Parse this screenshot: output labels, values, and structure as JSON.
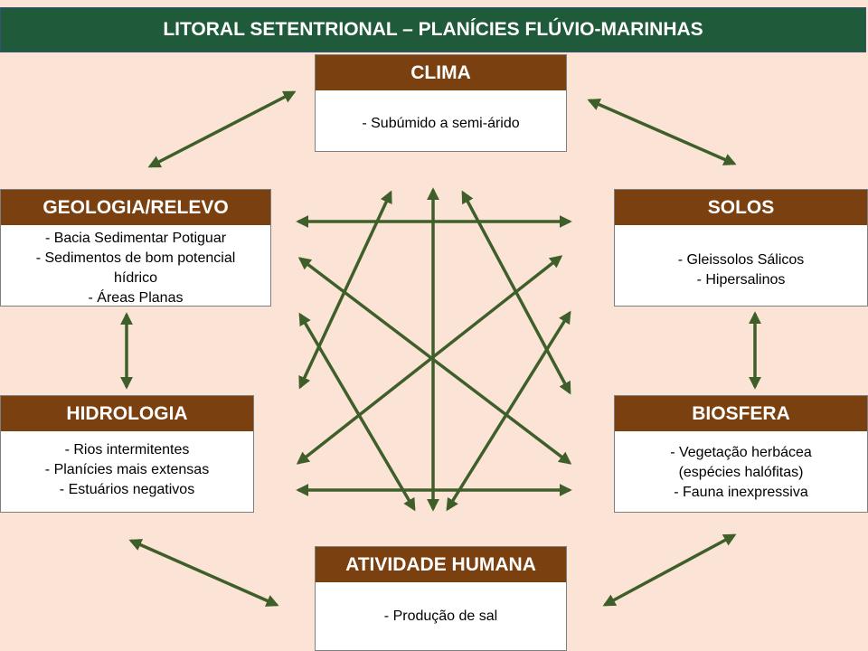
{
  "title": "LITORAL SETENTRIONAL – PLANÍCIES FLÚVIO-MARINHAS",
  "boxes": {
    "clima": {
      "header": "CLIMA",
      "items": [
        "-  Subúmido a semi-árido"
      ]
    },
    "geologia": {
      "header": "GEOLOGIA/RELEVO",
      "items": [
        "-  Bacia Sedimentar Potiguar",
        "-  Sedimentos de bom potencial hídrico",
        "-  Áreas Planas"
      ]
    },
    "solos": {
      "header": "SOLOS",
      "items": [
        "-  Gleissolos Sálicos",
        "-  Hipersalinos"
      ]
    },
    "hidrologia": {
      "header": "HIDROLOGIA",
      "items": [
        "-  Rios intermitentes",
        "-  Planícies mais extensas",
        "-  Estuários negativos"
      ]
    },
    "biosfera": {
      "header": "BIOSFERA",
      "items": [
        "-  Vegetação herbácea (espécies halófitas)",
        "-  Fauna inexpressiva"
      ]
    },
    "atividade": {
      "header": "ATIVIDADE HUMANA",
      "items": [
        "-  Produção de sal"
      ]
    }
  },
  "colors": {
    "arrow": "#3f5f2a",
    "header": "#7b4010",
    "title_bg": "#1f5a3a",
    "background": "#fbe3d6"
  }
}
